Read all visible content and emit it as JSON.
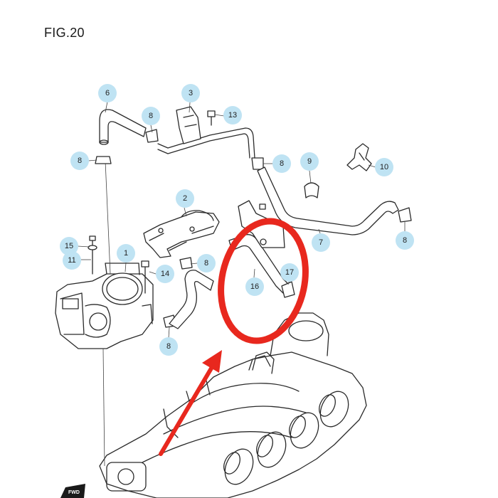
{
  "figure": {
    "title": "FIG.20",
    "fwd_label": "FWD"
  },
  "callouts": [
    {
      "id": "c1",
      "label": "1"
    },
    {
      "id": "c2",
      "label": "2"
    },
    {
      "id": "c3",
      "label": "3"
    },
    {
      "id": "c6",
      "label": "6"
    },
    {
      "id": "c7",
      "label": "7"
    },
    {
      "id": "c8a",
      "label": "8"
    },
    {
      "id": "c8b",
      "label": "8"
    },
    {
      "id": "c8c",
      "label": "8"
    },
    {
      "id": "c8d",
      "label": "8"
    },
    {
      "id": "c8e",
      "label": "8"
    },
    {
      "id": "c8f",
      "label": "8"
    },
    {
      "id": "c9",
      "label": "9"
    },
    {
      "id": "c10",
      "label": "10"
    },
    {
      "id": "c11",
      "label": "11"
    },
    {
      "id": "c13",
      "label": "13"
    },
    {
      "id": "c14",
      "label": "14"
    },
    {
      "id": "c15",
      "label": "15"
    },
    {
      "id": "c16",
      "label": "16"
    },
    {
      "id": "c17",
      "label": "17"
    }
  ],
  "annotation": {
    "highlight_color": "#e8281e"
  }
}
